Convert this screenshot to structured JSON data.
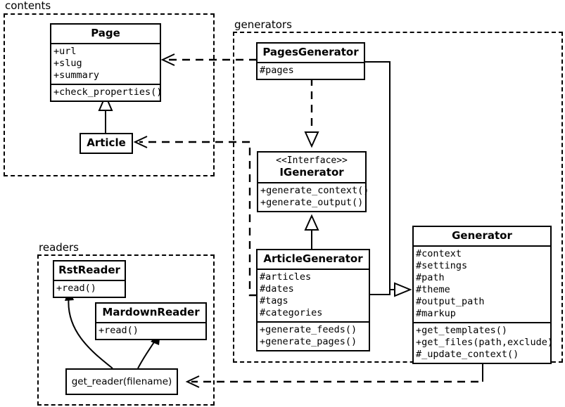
{
  "diagram": {
    "kind": "uml-class-diagram",
    "packages": [
      {
        "id": "contents",
        "label": "contents"
      },
      {
        "id": "generators",
        "label": "generators"
      },
      {
        "id": "readers",
        "label": "readers"
      }
    ]
  },
  "classes": {
    "page": {
      "name": "Page",
      "attributes": [
        "+url",
        "+slug",
        "+summary"
      ],
      "operations": [
        "+check_properties()"
      ]
    },
    "article": {
      "name": "Article",
      "attributes": [],
      "operations": []
    },
    "pages_generator": {
      "name": "PagesGenerator",
      "attributes": [
        "#pages"
      ],
      "operations": []
    },
    "igenerator": {
      "stereotype": "<<Interface>>",
      "name": "IGenerator",
      "attributes": [],
      "operations": [
        "+generate_context()",
        "+generate_output()"
      ]
    },
    "article_generator": {
      "name": "ArticleGenerator",
      "attributes": [
        "#articles",
        "#dates",
        "#tags",
        "#categories"
      ],
      "operations": [
        "+generate_feeds()",
        "+generate_pages()"
      ]
    },
    "generator": {
      "name": "Generator",
      "attributes": [
        "#context",
        "#settings",
        "#path",
        "#theme",
        "#output_path",
        "#markup"
      ],
      "operations": [
        "+get_templates()",
        "+get_files(path,exclude)",
        "#_update_context()"
      ]
    },
    "rst_reader": {
      "name": "RstReader",
      "attributes": [],
      "operations": [
        "+read()"
      ]
    },
    "mardown_reader": {
      "name": "MardownReader",
      "attributes": [],
      "operations": [
        "+read()"
      ]
    }
  },
  "functions": {
    "get_reader": {
      "label": "get_reader(filename)"
    }
  },
  "relations": [
    {
      "type": "generalization",
      "from": "article",
      "to": "page",
      "style": "solid-hollow-triangle"
    },
    {
      "type": "realization",
      "from": "pages_generator",
      "to": "igenerator",
      "style": "dashed-hollow-triangle"
    },
    {
      "type": "generalization",
      "from": "article_generator",
      "to": "igenerator",
      "style": "solid-hollow-triangle"
    },
    {
      "type": "generalization",
      "from": "pages_generator",
      "to": "generator",
      "style": "solid-hollow-triangle"
    },
    {
      "type": "generalization",
      "from": "article_generator",
      "to": "generator",
      "style": "solid-hollow-triangle"
    },
    {
      "type": "dependency",
      "from": "pages_generator",
      "to": "page",
      "style": "dashed-open-arrow"
    },
    {
      "type": "dependency",
      "from": "article_generator",
      "to": "article",
      "style": "dashed-open-arrow"
    },
    {
      "type": "dependency",
      "from": "generator",
      "to": "get_reader",
      "style": "dashed-open-arrow"
    },
    {
      "type": "call",
      "from": "get_reader",
      "to": "rst_reader",
      "style": "curved-solid-arrow"
    },
    {
      "type": "call",
      "from": "get_reader",
      "to": "mardown_reader",
      "style": "curved-solid-arrow"
    }
  ],
  "colors": {
    "stroke": "#000000",
    "fill": "#ffffff",
    "background": "#ffffff"
  }
}
